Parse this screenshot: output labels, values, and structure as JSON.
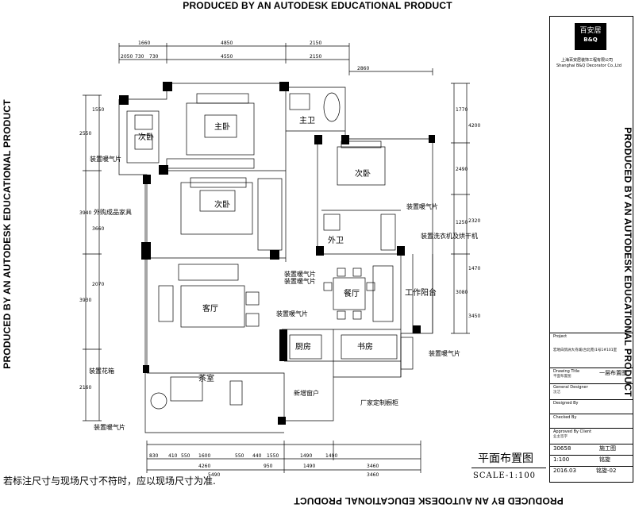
{
  "watermark": "PRODUCED BY AN AUTODESK EDUCATIONAL PRODUCT",
  "company": {
    "logo_cn": "百安居",
    "logo_en": "B&Q",
    "name_cn": "上海百安居装饰工程有限公司",
    "name_en": "Shanghai B&Q Decorator Co.,Ltd"
  },
  "title_block": {
    "project_label": "Project",
    "project_value": "宏地白鸽洲大舟城(台北苑)1号1#101室",
    "drawing_title_label": "Drawing Title",
    "drawing_title_value": "平面布置图",
    "drawing_title_side": "一层布置图",
    "designer_label": "General Designer",
    "designer_value": "沈洁",
    "designed_by_label": "Designed By",
    "checked_by_label": "Checked By",
    "approved_label": "Approved By Client",
    "approved_value": "业主签字",
    "order_no": "30658",
    "status": "施工图",
    "scale": "1:100",
    "ratio": "铭旋",
    "date": "2016.03",
    "drawing_no": "铭旋-02"
  },
  "rooms": {
    "master_bed": "主卧",
    "master_bath": "主卫",
    "second_bed": "次卧",
    "guest_bath": "外卫",
    "living": "客厅",
    "dining": "餐厅",
    "kitchen": "厨房",
    "tea_room": "茶室",
    "study": "书房",
    "utility": "工作阳台",
    "bed3": "次卧",
    "bed4": "次卧"
  },
  "annotations": {
    "radiator_1": "装置暖气片",
    "radiator_2": "装置暖气片",
    "radiator_3": "装置暖气片",
    "radiator_4": "装置暖气片",
    "radiator_5": "装置暖气片",
    "radiator_6": "装置暖气片",
    "cabinet": "外购成品家具",
    "washer": "装置洗衣机及烘干机",
    "flower_box": "装置花箱",
    "custom_cabinet": "厂家定制橱柜",
    "window_1": "新增窗户",
    "radiator_7": "装置暖气片"
  },
  "dimensions": {
    "top_row1": [
      "1660",
      "4850",
      "2150"
    ],
    "top_row2": [
      "2050",
      "730",
      "730",
      "4550",
      "2150"
    ],
    "top_row3": [
      "2860"
    ],
    "bottom_row1": [
      "830",
      "410",
      "550",
      "1600",
      "550",
      "440",
      "1550",
      "1490",
      "1490"
    ],
    "bottom_row2": [
      "4260",
      "950",
      "1490",
      "3460"
    ],
    "bottom_row3": [
      "5490",
      "3460"
    ],
    "left": [
      "1550",
      "2550",
      "3940",
      "3660",
      "2070",
      "3930",
      "2160"
    ],
    "right": [
      "1770",
      "2490",
      "1250",
      "3080",
      "4200",
      "2320",
      "1470",
      "3450"
    ]
  },
  "plan": {
    "title": "平面布置图",
    "scale": "SCALE-1:100"
  },
  "note": "若标注尺寸与现场尺寸不符时，应以现场尺寸为准."
}
